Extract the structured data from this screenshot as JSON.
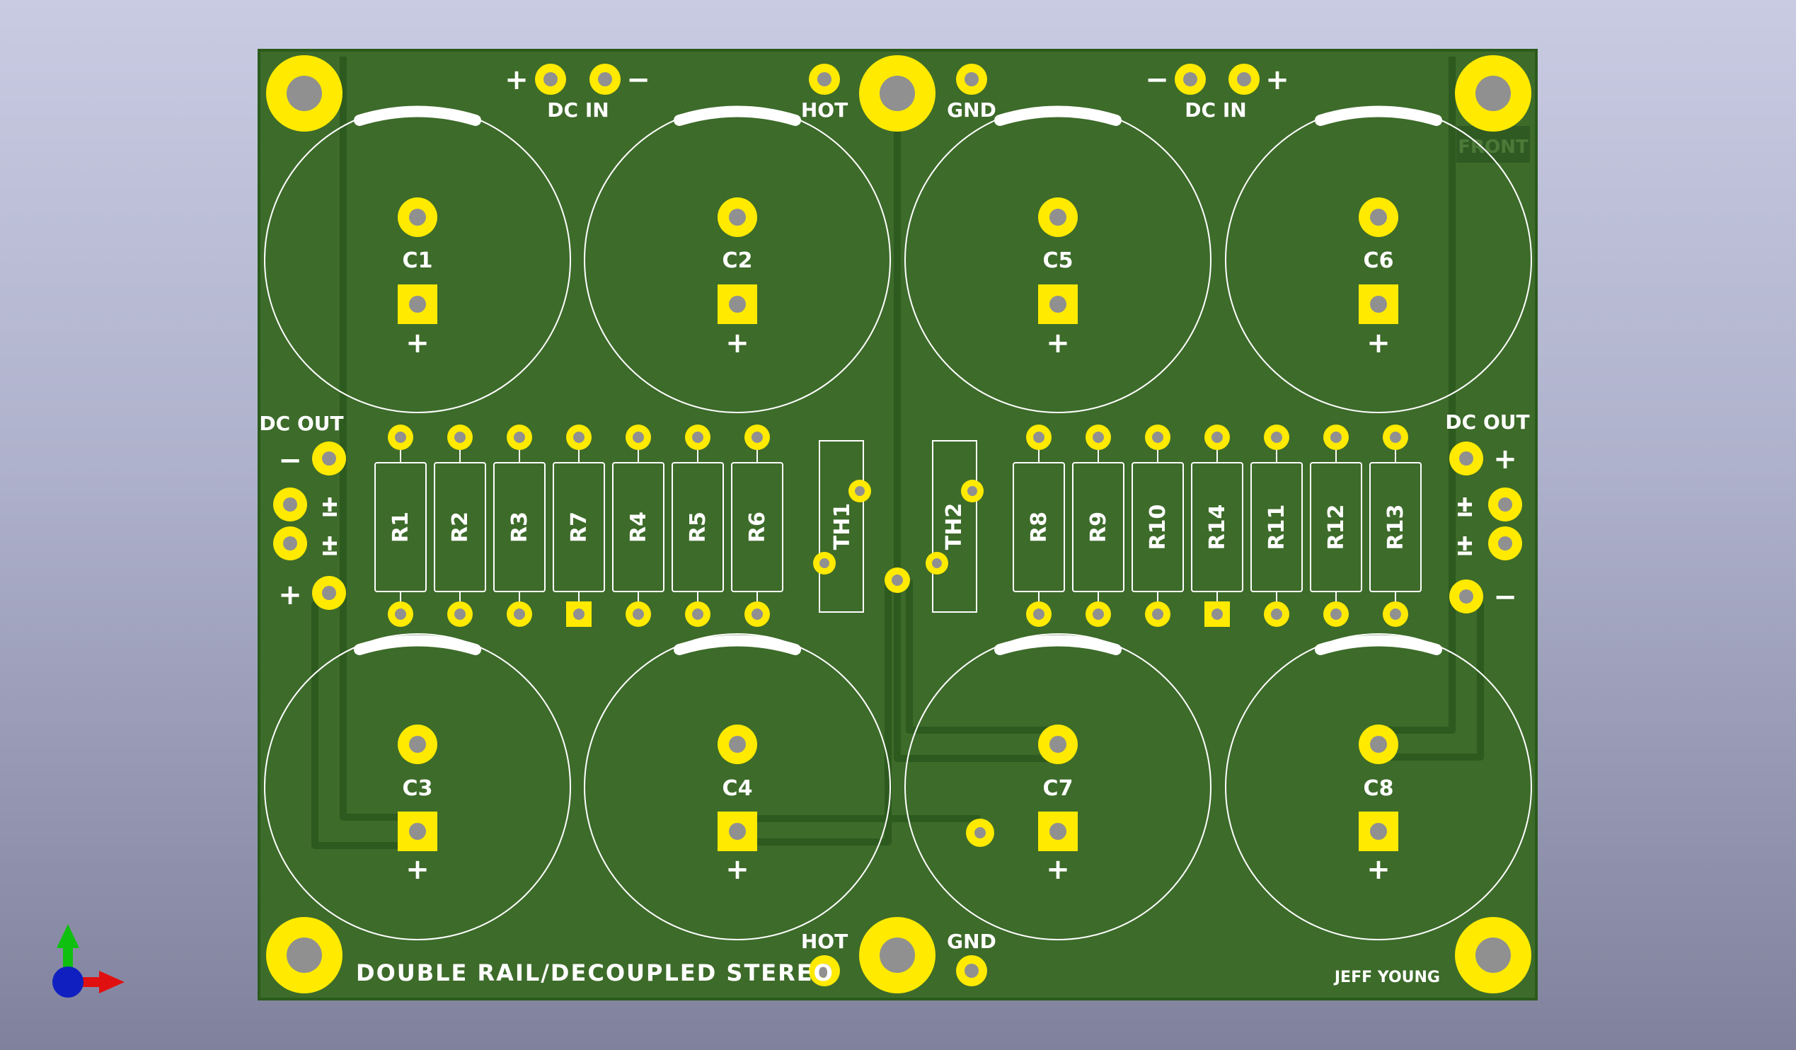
{
  "board": {
    "colors": {
      "substrate": "#3d6b2a",
      "edge": "#2a5a1c",
      "trace": "#2d5a1e",
      "copper": "#ffea00",
      "drill": "#909090",
      "silkscreen": "#ffffff"
    },
    "labels": {
      "dc_in_left": "DC IN",
      "dc_in_right": "DC IN",
      "hot_top": "HOT",
      "gnd_top": "GND",
      "hot_bottom": "HOT",
      "gnd_bottom": "GND",
      "dc_out_left": "DC OUT",
      "dc_out_right": "DC OUT",
      "front": "FRONT",
      "title": "DOUBLE RAIL/DECOUPLED STEREO",
      "author": "JEFF YOUNG",
      "plus": "+",
      "minus": "−"
    },
    "capacitors": [
      "C1",
      "C2",
      "C5",
      "C6",
      "C3",
      "C4",
      "C7",
      "C8"
    ],
    "resistors_left": [
      "R1",
      "R2",
      "R3",
      "R7",
      "R4",
      "R5",
      "R6"
    ],
    "resistors_right": [
      "R8",
      "R9",
      "R10",
      "R14",
      "R11",
      "R12",
      "R13"
    ],
    "thermistors": [
      "TH1",
      "TH2"
    ]
  },
  "axes": {
    "x_color": "#e01010",
    "y_color": "#10c010",
    "z_color": "#1020c0",
    "icon": "axes-orientation-icon"
  }
}
